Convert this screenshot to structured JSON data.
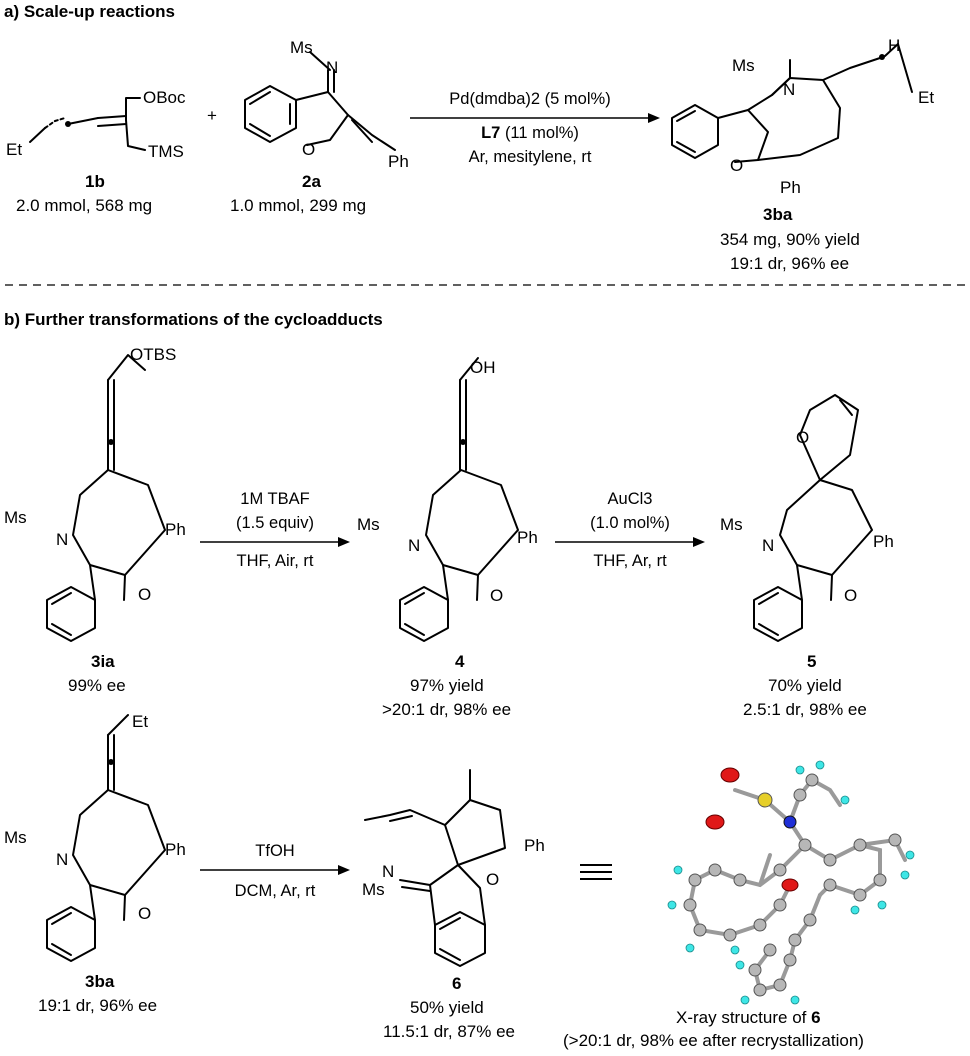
{
  "section_a": {
    "title": "a) Scale-up reactions"
  },
  "section_b": {
    "title": "b) Further transformations of the cycloadducts"
  },
  "atoms": {
    "ms": "Ms",
    "n": "N",
    "o": "O",
    "h": "H",
    "et": "Et",
    "ph": "Ph",
    "oboc": "OBoc",
    "tms": "TMS",
    "otbs": "OTBS",
    "oh": "OH",
    "plus": "+"
  },
  "reaction_a": {
    "reagent1": {
      "id": "1b",
      "amount": "2.0 mmol, 568 mg"
    },
    "reagent2": {
      "id": "2a",
      "amount": "1.0 mmol, 299 mg"
    },
    "conditions": {
      "line1": "Pd(dmdba)2 (5 mol%)",
      "ligand": "L7",
      "ligand_amount": "(11 mol%)",
      "line3": "Ar, mesitylene, rt"
    },
    "product": {
      "id": "3ba",
      "line1": "354 mg, 90% yield",
      "line2": "19:1 dr, 96% ee"
    }
  },
  "reaction_b1": {
    "start": {
      "id": "3ia",
      "line1": "99% ee"
    },
    "cond1": {
      "line1": "1M TBAF",
      "line2": "(1.5 equiv)",
      "line3": "THF, Air, rt"
    },
    "mid": {
      "id": "4",
      "line1": "97% yield",
      "line2": ">20:1 dr, 98% ee"
    },
    "cond2": {
      "line1": "AuCl3",
      "line2": "(1.0 mol%)",
      "line3": "THF, Ar, rt"
    },
    "end": {
      "id": "5",
      "line1": "70% yield",
      "line2": "2.5:1 dr, 98% ee"
    }
  },
  "reaction_b2": {
    "start": {
      "id": "3ba",
      "line1": "19:1 dr, 96% ee"
    },
    "cond": {
      "line1": "TfOH",
      "line2": "DCM, Ar, rt"
    },
    "product": {
      "id": "6",
      "line1": "50% yield",
      "line2": "11.5:1 dr, 87% ee"
    },
    "xray": {
      "caption_prefix": "X-ray structure of",
      "caption_id": "6",
      "note": "(>20:1 dr, 98% ee after recrystallization)"
    }
  },
  "colors": {
    "oxygen": "#e01818",
    "nitrogen": "#1f2fd6",
    "sulfur": "#e6cf2a",
    "hydrogen": "#3ee6e6",
    "carbon": "#b7b7b7"
  }
}
